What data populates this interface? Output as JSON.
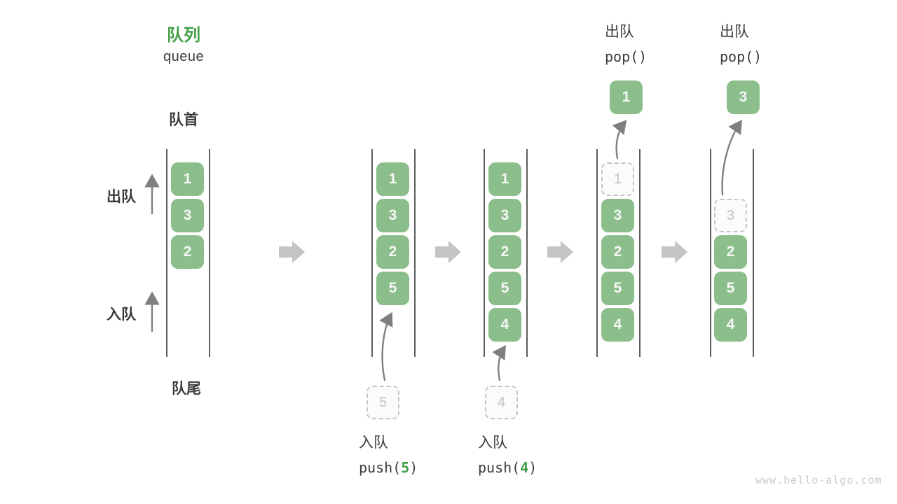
{
  "page": {
    "title": "队列",
    "subtitle": "queue",
    "front_label": "队首",
    "rear_label": "队尾",
    "dequeue_side_label": "出队",
    "enqueue_side_label": "入队",
    "watermark": "www.hello-algo.com"
  },
  "colors": {
    "box_green": "#8CBE8C",
    "accent_green": "#43A047",
    "dark_text": "#3b3b3b",
    "rail_gray": "#5d5d5d",
    "thin_arrow_gray": "#7f7f7f",
    "block_arrow_gray": "#C4C4C4",
    "ghost_gray": "#c6c6c6",
    "watermark_gray": "#cbcbcb"
  },
  "icons": {
    "step_arrow": "right-block-arrow",
    "side_arrow": "thin-up-arrow",
    "op_arrow": "curved-up-arrow"
  },
  "columns": [
    {
      "name": "state-initial",
      "cells": [
        {
          "value": "1"
        },
        {
          "value": "3"
        },
        {
          "value": "2"
        }
      ]
    },
    {
      "name": "state-after-push5",
      "cells": [
        {
          "value": "1"
        },
        {
          "value": "3"
        },
        {
          "value": "2"
        },
        {
          "value": "5"
        }
      ],
      "staging_value": "5",
      "op_zh": "入队",
      "op_code_prefix": "push(",
      "op_arg": "5",
      "op_code_suffix": ")"
    },
    {
      "name": "state-after-push4",
      "cells": [
        {
          "value": "1"
        },
        {
          "value": "3"
        },
        {
          "value": "2"
        },
        {
          "value": "5"
        },
        {
          "value": "4"
        }
      ],
      "staging_value": "4",
      "op_zh": "入队",
      "op_code_prefix": "push(",
      "op_arg": "4",
      "op_code_suffix": ")"
    },
    {
      "name": "state-after-pop1",
      "ghost_value": "1",
      "cells": [
        {
          "value": "3"
        },
        {
          "value": "2"
        },
        {
          "value": "5"
        },
        {
          "value": "4"
        }
      ],
      "popped_value": "1",
      "op_zh": "出队",
      "op_code": "pop()"
    },
    {
      "name": "state-after-pop3",
      "ghost_value": "3",
      "cells": [
        {
          "value": "2"
        },
        {
          "value": "5"
        },
        {
          "value": "4"
        }
      ],
      "popped_value": "3",
      "op_zh": "出队",
      "op_code": "pop()"
    }
  ]
}
